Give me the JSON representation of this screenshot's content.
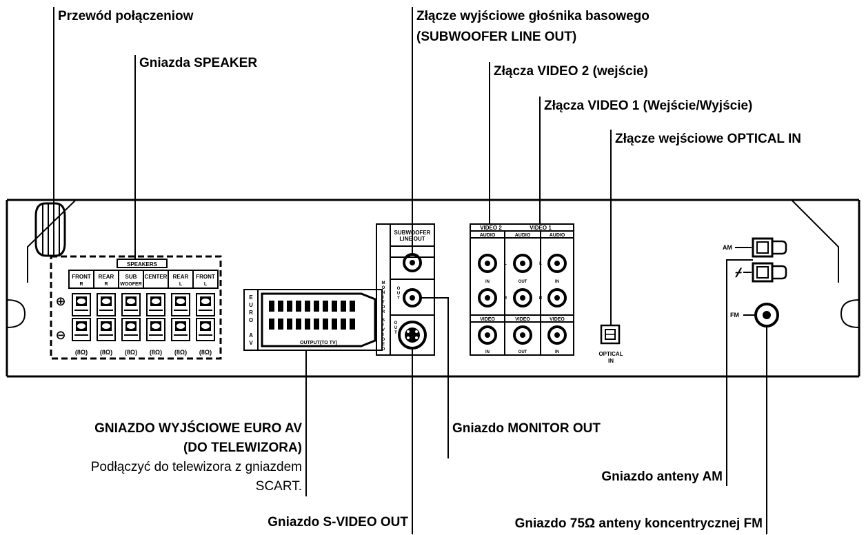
{
  "callouts": {
    "power_cord": "Przewód połączeniow",
    "speaker_jacks": "Gniazda SPEAKER",
    "subwoofer_out_line1": "Złącze wyjściowe głośnika basowego",
    "subwoofer_out_line2": "(SUBWOOFER LINE OUT)",
    "video2_in": "Złącza VIDEO 2 (wejście)",
    "video1_inout": "Złącza VIDEO 1 (Wejście/Wyjście)",
    "optical_in": "Złącze wejściowe OPTICAL IN",
    "euro_av_line1": "GNIAZDO WYJŚCIOWE EURO AV",
    "euro_av_line2": "(DO TELEWIZORA)",
    "euro_av_desc1": "Podłączyć do telewizora z gniazdem",
    "euro_av_desc2": "SCART.",
    "monitor_out": "Gniazdo MONITOR OUT",
    "am_antenna": "Gniazdo anteny AM",
    "svideo_out": "Gniazdo S-VIDEO OUT",
    "fm_antenna": "Gniazdo 75Ω anteny koncentrycznej FM"
  },
  "panel": {
    "speakers_title": "SPEAKERS",
    "speaker_channels": [
      {
        "top": "FRONT",
        "bottom": "R"
      },
      {
        "top": "REAR",
        "bottom": "R"
      },
      {
        "top": "SUB",
        "bottom": "WOOFER"
      },
      {
        "top": "CENTER",
        "bottom": ""
      },
      {
        "top": "REAR",
        "bottom": "L"
      },
      {
        "top": "FRONT",
        "bottom": "L"
      }
    ],
    "impedance": "(8Ω)",
    "plus_sign": "⊕",
    "minus_sign": "⊖",
    "euro_av_vertical": [
      "E",
      "U",
      "R",
      "O",
      "",
      "A",
      "V"
    ],
    "output_tv": "OUTPUT(TO TV)",
    "subwoofer_label1": "SUBWOOFER",
    "subwoofer_label2": "LINE OUT",
    "monitor_vertical": [
      "M",
      "O",
      "N",
      "I",
      "T",
      "O",
      "R"
    ],
    "out_vertical": [
      "O",
      "U",
      "T"
    ],
    "svideo_vertical": [
      "S",
      "/",
      "V",
      "I",
      "D",
      "E",
      "O"
    ],
    "video2_header": "VIDEO 2",
    "video1_header": "VIDEO 1",
    "audio": "AUDIO",
    "video": "VIDEO",
    "in": "IN",
    "out": "OUT",
    "l": "L",
    "r": "R",
    "optical1": "OPTICAL",
    "optical2": "IN",
    "am": "AM",
    "fm": "FM"
  }
}
